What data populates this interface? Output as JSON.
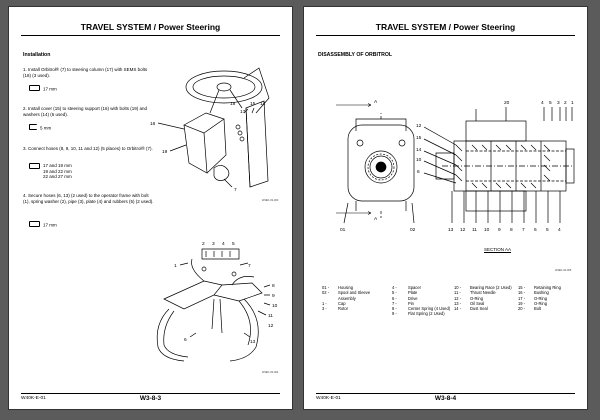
{
  "left_page": {
    "header": "TRAVEL SYSTEM / Power Steering",
    "section": "Installation",
    "steps": [
      {
        "text": "1.  Install Orbitrol® (7) to steering column (17) with SEMS bolts (18) (3 used).",
        "tool": "17 mm"
      },
      {
        "text": "2.  Install cover (15) to steering support (16) with bolts (19) and washers (14) (6 used).",
        "tool": "5 mm"
      },
      {
        "text": "3.  Connect hoses (8, 9, 10, 11 and 12) (5 places) to Orbitrol® (7).",
        "tool_lines": [
          "17 and 19 mm",
          "19 and 22 mm",
          "22 and 27 mm"
        ]
      },
      {
        "text": "4.  Secure hoses (6, 13) (2 used) to the operator frame with bolt (1), spring washer (2), pipe (3), plate (4) and rubbers (5) (2 used).",
        "tool": "17 mm"
      }
    ],
    "fig1_labels": [
      "16",
      "17",
      "18",
      "15",
      "14",
      "19",
      "7"
    ],
    "fig1_code": "W4EK-03-003",
    "fig2_labels": [
      "2",
      "3",
      "4",
      "5",
      "1",
      "7",
      "8",
      "9",
      "10",
      "11",
      "12",
      "6",
      "13"
    ],
    "fig2_code": "W4EK-03-004",
    "footer_code": "W40K-E-01",
    "page_number": "W3-8-3"
  },
  "right_page": {
    "header": "TRAVEL SYSTEM / Power Steering",
    "section": "DISASSEMBLY OF ORBITROL",
    "figure_labels_top": [
      "20",
      "4",
      "5",
      "3",
      "2",
      "1"
    ],
    "figure_labels_left": [
      "12",
      "15",
      "14",
      "10",
      "6"
    ],
    "figure_labels_bottom": [
      "01",
      "02",
      "13",
      "12",
      "11",
      "10",
      "9",
      "8",
      "7",
      "6",
      "5",
      "4"
    ],
    "arrow_label": "A",
    "section_label": "SECTION AA",
    "figure_code": "W4EK-03-005",
    "legend": [
      {
        "n": "01 -",
        "t": "Housing"
      },
      {
        "n": "02 -",
        "t": "Spool and Sleeve"
      },
      {
        "n": "",
        "t": "Assembly"
      },
      {
        "n": "1 -",
        "t": "Cap"
      },
      {
        "n": "3 -",
        "t": "Rotor"
      },
      {
        "n": "4 -",
        "t": "Spacer"
      },
      {
        "n": "5 -",
        "t": "Plate"
      },
      {
        "n": "6 -",
        "t": "Drive"
      },
      {
        "n": "7 -",
        "t": "Pin"
      },
      {
        "n": "8 -",
        "t": "Center Spring (4 Used)"
      },
      {
        "n": "9 -",
        "t": "Flat Spring (2 Used)"
      },
      {
        "n": "10 -",
        "t": "Bearing Race (2 Used)"
      },
      {
        "n": "11 -",
        "t": "Thrust Needle"
      },
      {
        "n": "12 -",
        "t": "O-Ring"
      },
      {
        "n": "13 -",
        "t": "Oil Seal"
      },
      {
        "n": "14 -",
        "t": "Dust Seal"
      },
      {
        "n": "15 -",
        "t": "Retaining Ring"
      },
      {
        "n": "16 -",
        "t": "Bushing"
      },
      {
        "n": "17 -",
        "t": "O-Ring"
      },
      {
        "n": "19 -",
        "t": "O-Ring"
      },
      {
        "n": "20 -",
        "t": "Bolt"
      }
    ],
    "footer_code": "W40K-E-01",
    "page_number": "W3-8-4"
  },
  "colors": {
    "background": "#5b5b5b",
    "page": "#ffffff",
    "ink": "#000000"
  }
}
